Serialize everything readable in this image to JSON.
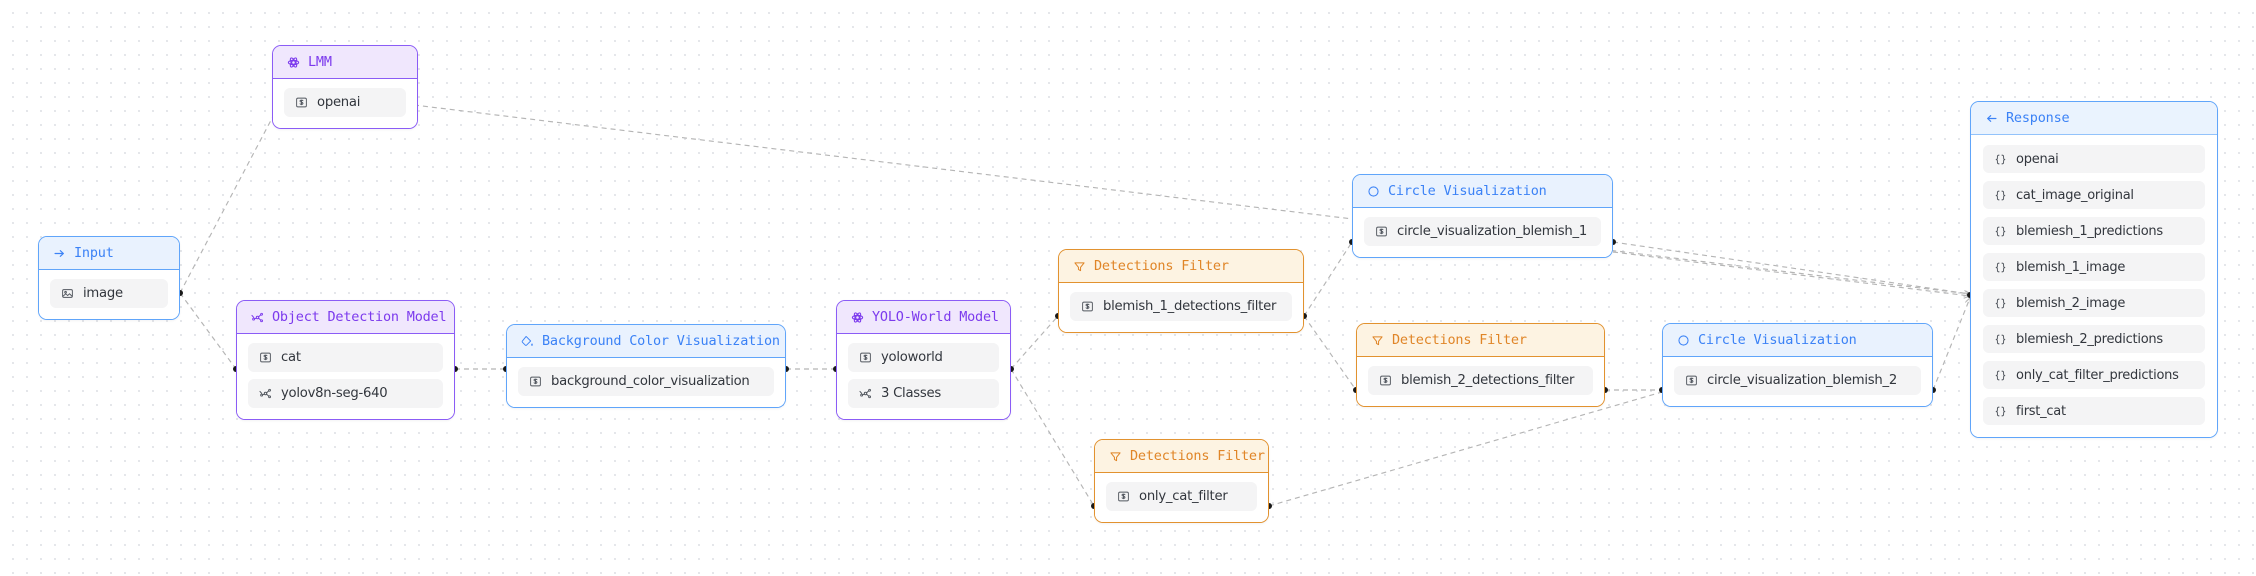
{
  "canvas": {
    "background": "#ffffff",
    "dot_color": "#e4e6ea"
  },
  "colors": {
    "purple": "#7c3aed",
    "blue": "#3b82f6",
    "amber": "#e08527",
    "edge": "#b5b5b5",
    "row_bg": "#f4f4f5"
  },
  "nodes": {
    "input": {
      "title": "Input",
      "icon": "arrow-right-icon",
      "theme": "blue",
      "rows": [
        {
          "label": "image",
          "icon": "image-icon"
        }
      ]
    },
    "lmm": {
      "title": "LMM",
      "icon": "gear-icon",
      "theme": "purple",
      "rows": [
        {
          "label": "openai",
          "icon": "dollar-box-icon"
        }
      ]
    },
    "object_detection_model": {
      "title": "Object Detection Model",
      "icon": "model-nodes-icon",
      "theme": "purple",
      "rows": [
        {
          "label": "cat",
          "icon": "dollar-box-icon"
        },
        {
          "label": "yolov8n-seg-640",
          "icon": "model-nodes-icon"
        }
      ]
    },
    "background_color_visualization": {
      "title": "Background Color Visualization",
      "icon": "paint-bucket-icon",
      "theme": "blue",
      "rows": [
        {
          "label": "background_color_visualization",
          "icon": "dollar-box-icon"
        }
      ]
    },
    "yolo_world_model": {
      "title": "YOLO-World Model",
      "icon": "gear-icon",
      "theme": "purple",
      "rows": [
        {
          "label": "yoloworld",
          "icon": "dollar-box-icon"
        },
        {
          "label": "3 Classes",
          "icon": "model-nodes-icon"
        }
      ]
    },
    "detections_filter_1": {
      "title": "Detections Filter",
      "icon": "funnel-icon",
      "theme": "amber",
      "rows": [
        {
          "label": "blemish_1_detections_filter",
          "icon": "dollar-box-icon"
        }
      ]
    },
    "detections_filter_2": {
      "title": "Detections Filter",
      "icon": "funnel-icon",
      "theme": "amber",
      "rows": [
        {
          "label": "blemish_2_detections_filter",
          "icon": "dollar-box-icon"
        }
      ]
    },
    "detections_filter_3": {
      "title": "Detections Filter",
      "icon": "funnel-icon",
      "theme": "amber",
      "rows": [
        {
          "label": "only_cat_filter",
          "icon": "dollar-box-icon"
        }
      ]
    },
    "circle_visualization_1": {
      "title": "Circle Visualization",
      "icon": "circle-outline-icon",
      "theme": "blue",
      "rows": [
        {
          "label": "circle_visualization_blemish_1",
          "icon": "dollar-box-icon"
        }
      ]
    },
    "circle_visualization_2": {
      "title": "Circle Visualization",
      "icon": "circle-outline-icon",
      "theme": "blue",
      "rows": [
        {
          "label": "circle_visualization_blemish_2",
          "icon": "dollar-box-icon"
        }
      ]
    },
    "response": {
      "title": "Response",
      "icon": "arrow-left-icon",
      "theme": "blue",
      "rows": [
        {
          "label": "openai",
          "icon": "braces-icon"
        },
        {
          "label": "cat_image_original",
          "icon": "braces-icon"
        },
        {
          "label": "blemiesh_1_predictions",
          "icon": "braces-icon"
        },
        {
          "label": "blemish_1_image",
          "icon": "braces-icon"
        },
        {
          "label": "blemish_2_image",
          "icon": "braces-icon"
        },
        {
          "label": "blemiesh_2_predictions",
          "icon": "braces-icon"
        },
        {
          "label": "only_cat_filter_predictions",
          "icon": "braces-icon"
        },
        {
          "label": "first_cat",
          "icon": "braces-icon"
        }
      ]
    }
  }
}
